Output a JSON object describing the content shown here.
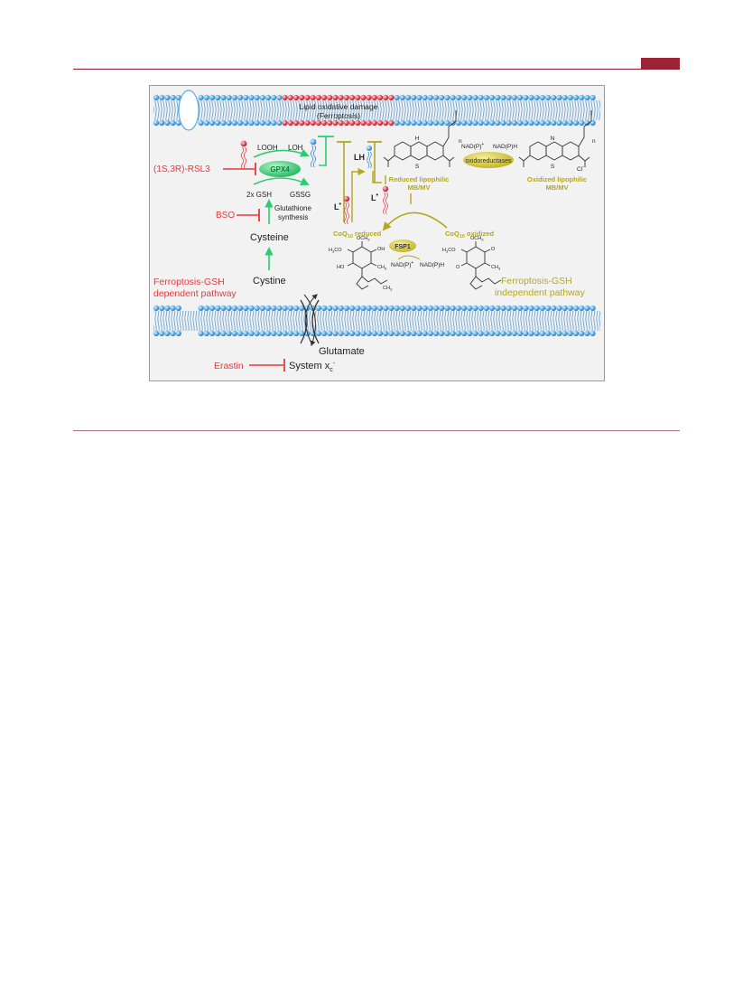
{
  "colors": {
    "header_accent": "#9b2335",
    "gsh_dependent": "#e8383d",
    "gsh_independent": "#b5a61e",
    "gpx4": "#2ecc71",
    "membrane": "#5aaee8",
    "oxidized_lipid": "#e94b5a"
  },
  "figure": {
    "membrane_top_label_1": "Lipid oxidative damage",
    "membrane_top_label_2": "(Ferroptosis)",
    "looh": "LOOH",
    "loh": "LOH",
    "gpx4": "GPX4",
    "gsh": "2x GSH",
    "gssg": "GSSG",
    "rsl3": "(1S,3R)-RSL3",
    "bso": "BSO",
    "glutathione": "Glutathione",
    "synthesis": "synthesis",
    "cysteine": "Cysteine",
    "cystine": "Cystine",
    "dep_1": "Ferroptosis-GSH",
    "dep_2": "dependent pathway",
    "indep_1": "Ferroptosis-GSH",
    "indep_2": "independent pathway",
    "glutamate": "Glutamate",
    "erastin": "Erastin",
    "system": "System x",
    "system_sub": "c",
    "system_sup": "-",
    "lh": "LH",
    "l_radical": "L",
    "radical_dot": "•",
    "coq_reduced_pre": "CoQ",
    "coq_sub": "10",
    "coq_reduced_post": " reduced",
    "coq_oxidized_post": " oxidized",
    "fsp1": "FSP1",
    "nadp_plus": "NAD(P)",
    "plus": "+",
    "nadph": "NAD(P)H",
    "oxidoreductases": "oxidoreductases",
    "reduced_mb_1": "Reduced lipophilic",
    "reduced_mb_2": "MB/MV",
    "oxidized_mb_1": "Oxidized lipophilic",
    "oxidized_mb_2": "MB/MV",
    "och3": "OCH",
    "h3co": "H",
    "h3co_tail": "CO",
    "oh": "OH",
    "ho": "HO",
    "ch3": "CH",
    "three": "3",
    "o": "O",
    "n_letter": "n",
    "h_letter": "H",
    "s_letter": "S",
    "cl_minus": "Cl",
    "minus": "-"
  }
}
